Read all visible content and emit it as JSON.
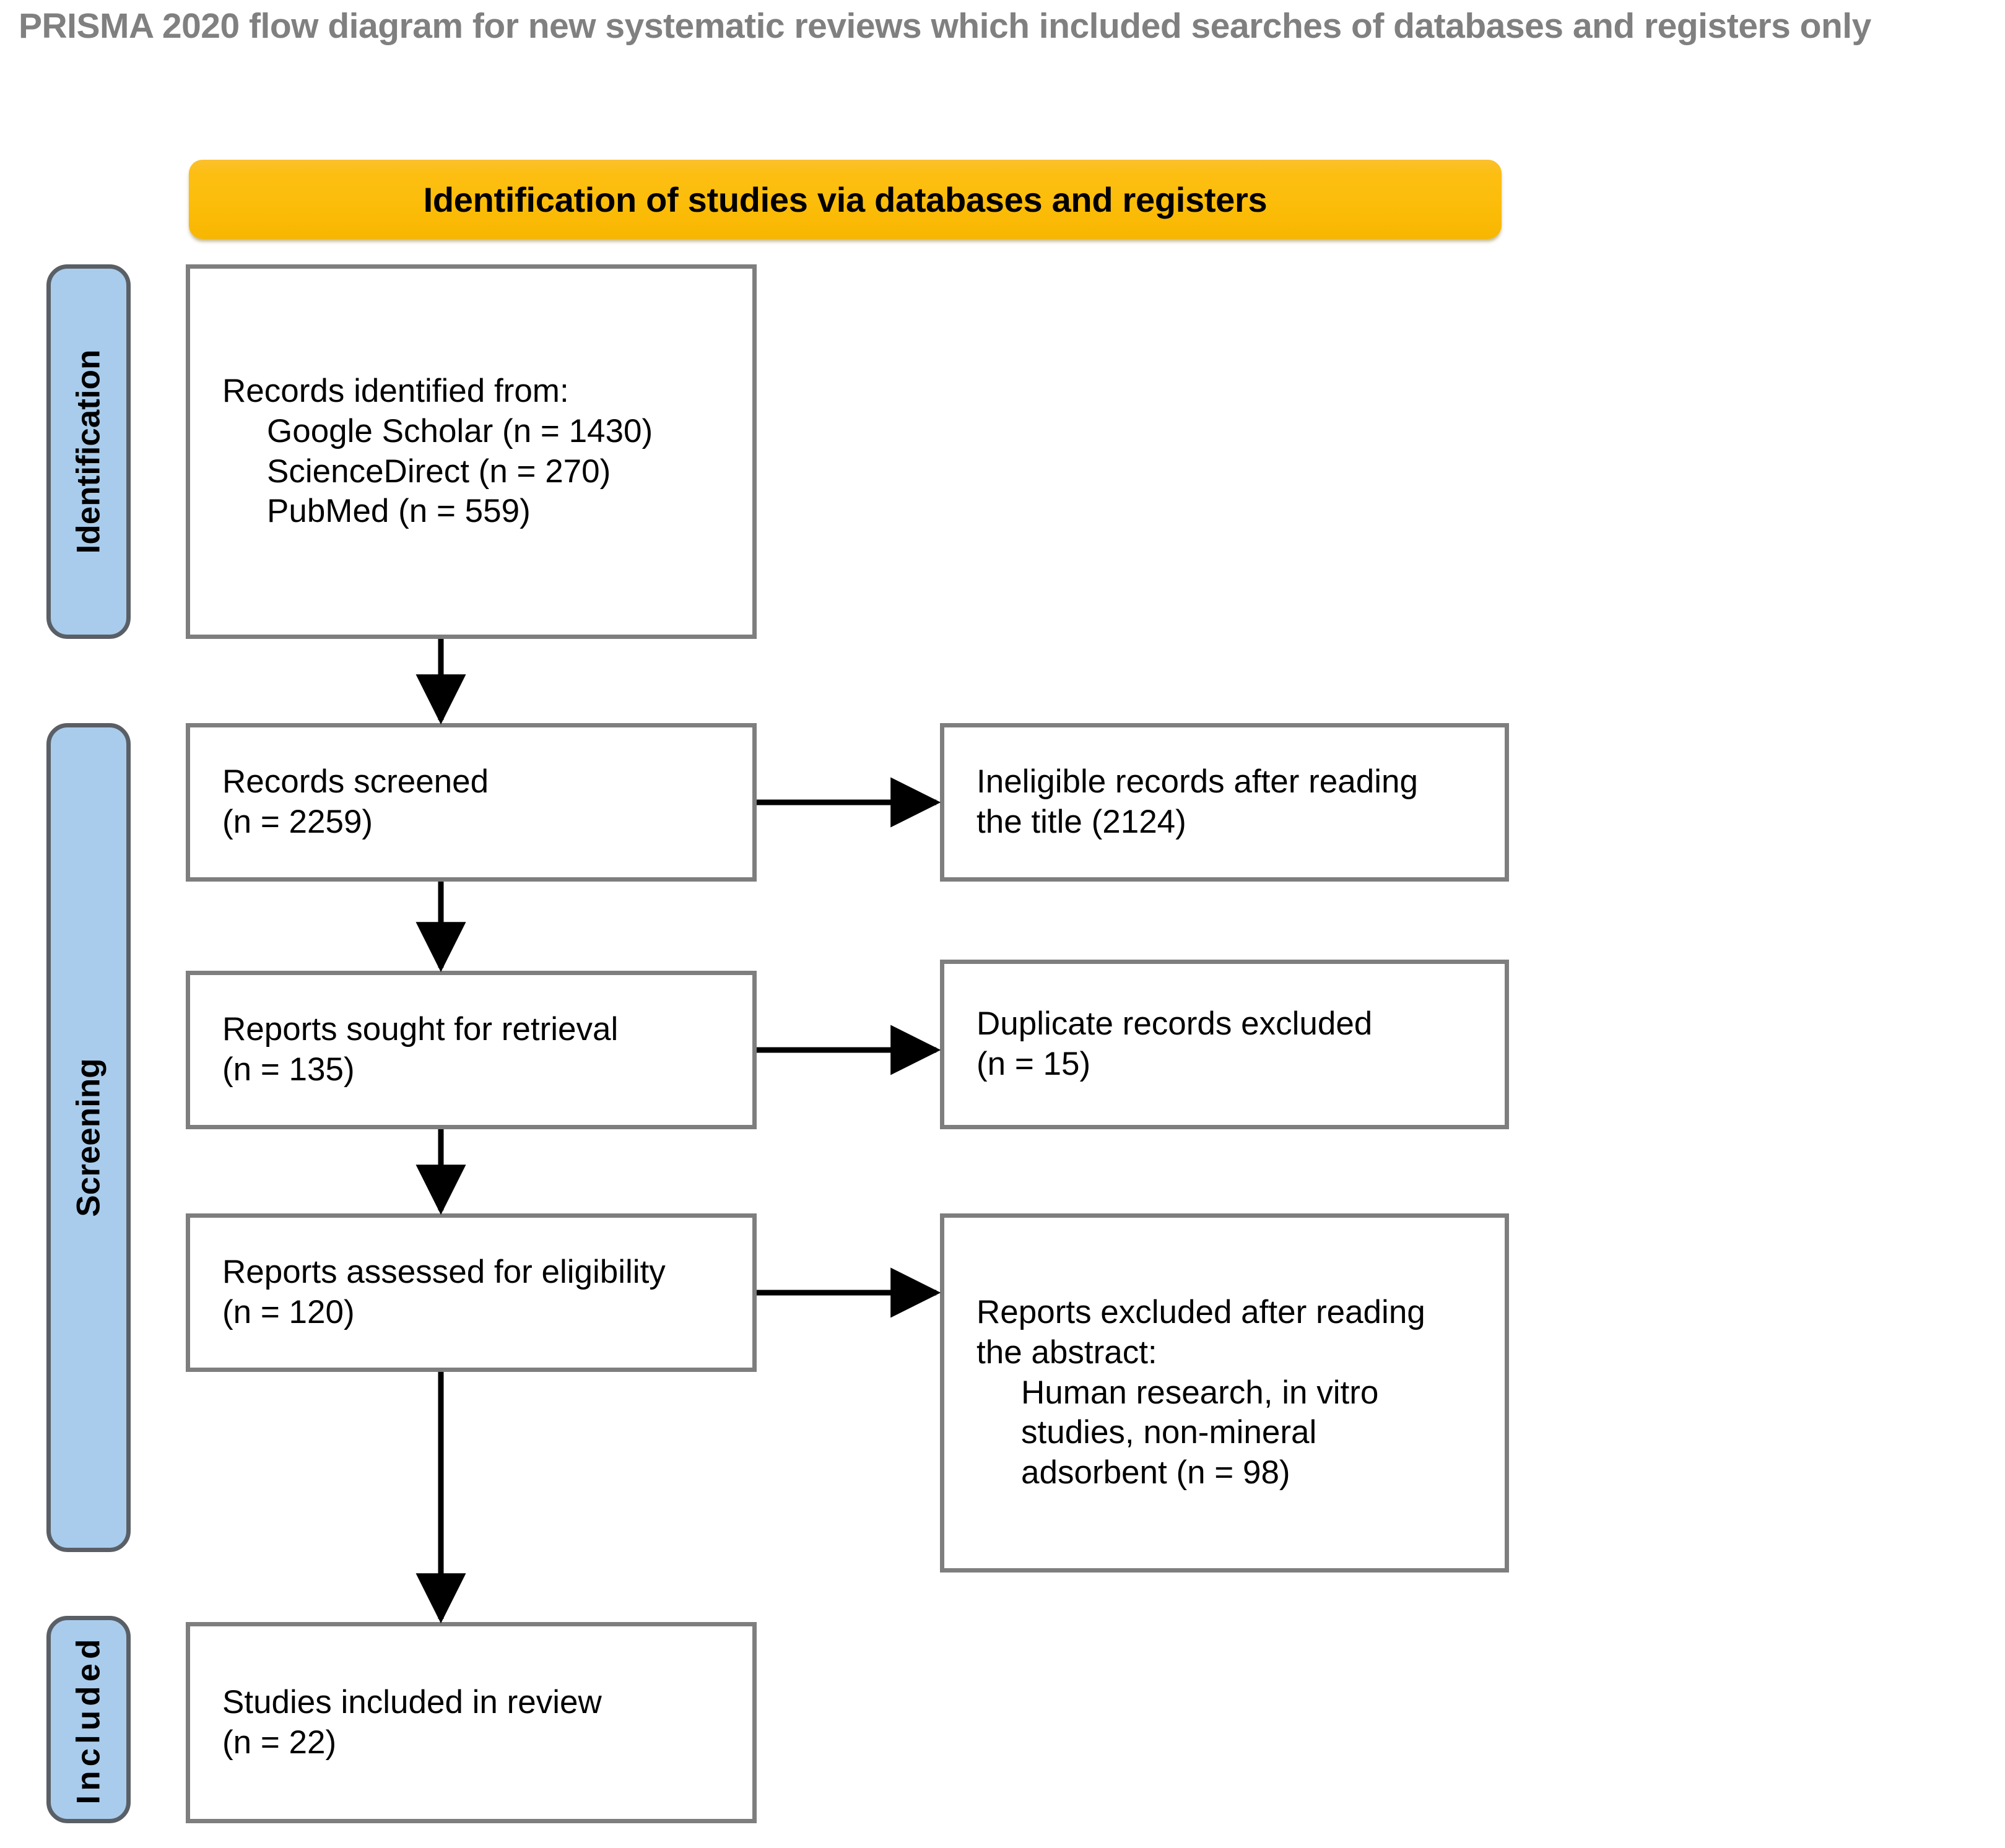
{
  "title": "PRISMA 2020 flow diagram for new systematic reviews which included searches of databases and registers only",
  "banner": {
    "label": "Identification of studies via databases and registers"
  },
  "stages": [
    {
      "key": "identification",
      "label": "Identification"
    },
    {
      "key": "screening",
      "label": "Screening"
    },
    {
      "key": "included",
      "label": "Included"
    }
  ],
  "colors": {
    "banner_fill": "#FBBF06",
    "rail_fill": "#A9CCEC",
    "rail_border": "#5A5F66",
    "box_border": "#7E7E7E",
    "title_text": "#808080",
    "body_text": "#000000",
    "connector": "#000000",
    "background": "#FFFFFF"
  },
  "boxes": {
    "identified": {
      "name": "records-identified",
      "heading": "Records identified from:",
      "sources": [
        {
          "label": "Google Scholar",
          "n_text": "(n = 1430)",
          "n": 1430,
          "full": "Google Scholar (n = 1430)"
        },
        {
          "label": "ScienceDirect",
          "n_text": "(n = 270)",
          "n": 270,
          "full": "ScienceDirect (n = 270)"
        },
        {
          "label": "PubMed",
          "n_text": "(n = 559)",
          "n": 559,
          "full": "PubMed (n = 559)"
        }
      ]
    },
    "screened": {
      "name": "records-screened",
      "line1": "Records screened",
      "line2": "(n = 2259)",
      "n": 2259
    },
    "ineligible": {
      "name": "ineligible-records",
      "line1": "Ineligible records after reading",
      "line2": "the title (2124)",
      "n": 2124
    },
    "sought": {
      "name": "reports-sought-for-retrieval",
      "line1": "Reports sought for retrieval",
      "line2": "(n = 135)",
      "n": 135
    },
    "duplicate": {
      "name": "duplicate-records-excluded",
      "line1": "Duplicate records excluded",
      "line2": "(n = 15)",
      "n": 15
    },
    "assessed": {
      "name": "reports-assessed-for-eligibility",
      "line1": "Reports assessed for eligibility",
      "line2": "(n = 120)",
      "n": 120
    },
    "excluded": {
      "name": "reports-excluded",
      "line1": "Reports excluded after reading",
      "line2": "the abstract:",
      "reason_line1": "Human research, in vitro",
      "reason_line2": "studies, non-mineral",
      "reason_line3": "adsorbent (n = 98)",
      "n": 98
    },
    "included": {
      "name": "studies-included-in-review",
      "line1": "Studies included in review",
      "line2": "(n = 22)",
      "n": 22
    }
  },
  "connectors": [
    {
      "from": "identified",
      "to": "screened",
      "direction": "down"
    },
    {
      "from": "screened",
      "to": "ineligible",
      "direction": "right"
    },
    {
      "from": "screened",
      "to": "sought",
      "direction": "down"
    },
    {
      "from": "sought",
      "to": "duplicate",
      "direction": "right"
    },
    {
      "from": "sought",
      "to": "assessed",
      "direction": "down"
    },
    {
      "from": "assessed",
      "to": "excluded",
      "direction": "right"
    },
    {
      "from": "assessed",
      "to": "included",
      "direction": "down"
    }
  ]
}
